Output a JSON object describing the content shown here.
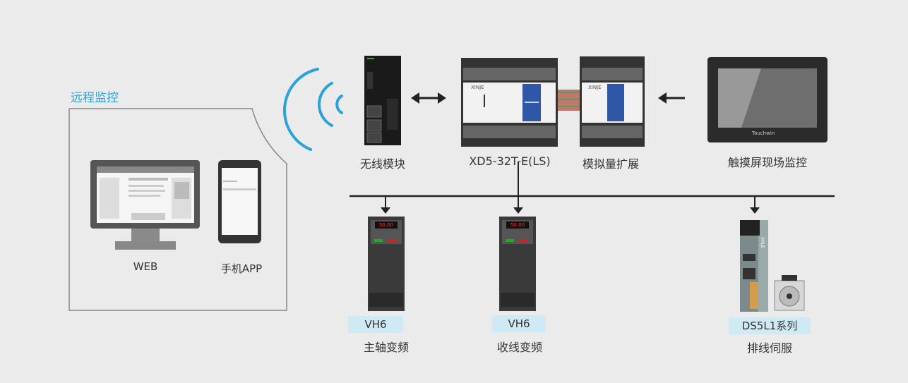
{
  "remote": {
    "title": "远程监控",
    "web_label": "WEB",
    "app_label": "手机APP"
  },
  "devices": {
    "wireless_label": "无线模块",
    "plc_label": "XD5-32T-E(LS)",
    "analog_label": "模拟量扩展",
    "hmi_label": "触摸屏现场监控"
  },
  "drives": [
    {
      "model": "VH6",
      "desc": "主轴变频",
      "display": "50.00"
    },
    {
      "model": "VH6",
      "desc": "收线变频",
      "display": "50.00"
    },
    {
      "model": "DS5L1系列",
      "desc": "排线伺服"
    }
  ],
  "brand": {
    "plc": "XINJE",
    "hmi": "Touchwin",
    "servo": "XINJE"
  },
  "colors": {
    "accent": "#2aa3d8",
    "tag_bg": "#cfe9f5",
    "background": "#ebebeb"
  }
}
